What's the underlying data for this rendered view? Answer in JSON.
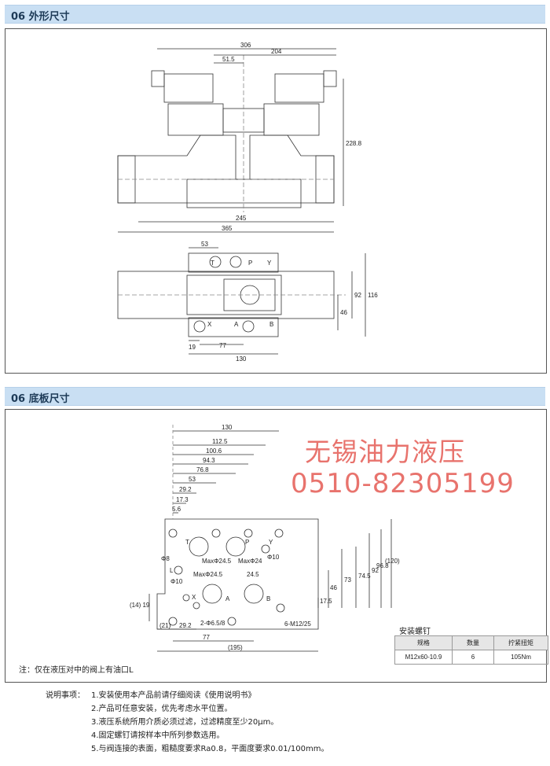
{
  "section1": {
    "title": "06 外形尺寸"
  },
  "section2": {
    "title": "06 底板尺寸"
  },
  "dims_top": [
    "306",
    "204",
    "51.5",
    "228.8",
    "245",
    "365"
  ],
  "dims_mid": [
    "53",
    "92",
    "116",
    "46",
    "19",
    "77",
    "130"
  ],
  "ports_mid": [
    "T",
    "P",
    "Y",
    "X",
    "A",
    "B"
  ],
  "dims_base": {
    "h": [
      "130",
      "112.5",
      "100.6",
      "94.3",
      "76.8",
      "53",
      "29.2",
      "17.3",
      "5.6"
    ],
    "v": [
      "73",
      "74.5",
      "92",
      "96.8",
      "(120)",
      "46",
      "17.5"
    ],
    "misc": [
      "Φ8",
      "Φ10",
      "Φ10",
      "MaxΦ24.5",
      "MaxΦ24",
      "MaxΦ24.5",
      "24.5",
      "2-Φ6.5/8",
      "6-M12/25",
      "(14) 19",
      "(21)",
      "29.2",
      "77",
      "(195)"
    ],
    "ports": [
      "T",
      "P",
      "Y",
      "L",
      "X",
      "A",
      "B"
    ]
  },
  "watermark": {
    "line1": "无锡油力液压",
    "line2": "0510-82305199"
  },
  "note": "注：仅在液压对中的阀上有油口L",
  "bolts": {
    "title": "安装螺钉",
    "headers": [
      "规格",
      "数量",
      "拧紧扭矩"
    ],
    "row": [
      "M12x60-10.9",
      "6",
      "105Nm"
    ]
  },
  "instructions": {
    "title": "说明事项：",
    "items": [
      "1.安装使用本产品前请仔细阅读《使用说明书》",
      "2.产品可任意安装，优先考虑水平位置。",
      "3.液压系统所用介质必须过滤，过滤精度至少20μm。",
      "4.固定螺钉请按样本中所列参数选用。",
      "5.与阀连接的表面，粗糙度要求Ra0.8，平面度要求0.01/100mm。"
    ]
  }
}
